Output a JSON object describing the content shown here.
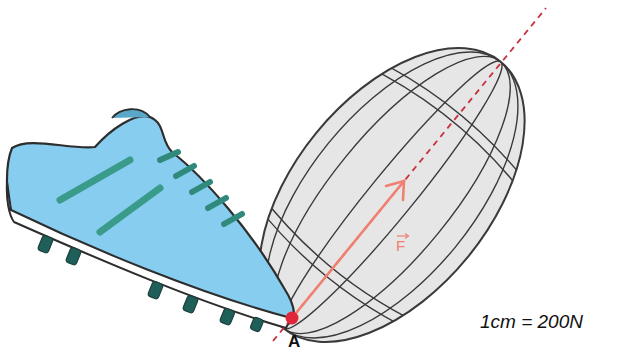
{
  "diagram": {
    "labels": [
      "F",
      "A",
      "1cm = 200N"
    ]
  }
}
